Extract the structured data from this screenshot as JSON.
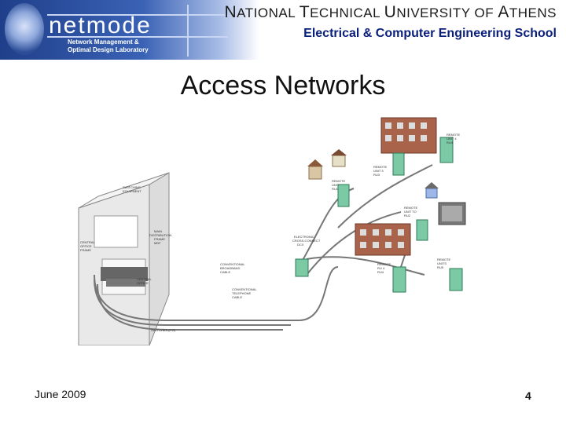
{
  "header": {
    "logo_word": "netmode",
    "logo_line1": "Network Management &",
    "logo_line2": "Optimal Design Laboratory",
    "university": [
      {
        "cap": "N",
        "rest": "ATIONAL"
      },
      {
        "cap": "T",
        "rest": "ECHNICAL"
      },
      {
        "cap": "U",
        "rest": "NIVERSITY"
      },
      {
        "cap": "",
        "rest": "OF"
      },
      {
        "cap": "A",
        "rest": "THENS"
      }
    ],
    "school": "Electrical & Computer Engineering School"
  },
  "slide": {
    "title": "Access Networks"
  },
  "diagram": {
    "labels": {
      "switching": [
        "SWITCHING",
        "EQUIPMENT"
      ],
      "central": [
        "CENTRAL",
        "OFFICE",
        "FRAME"
      ],
      "main_dist": [
        "MAIN",
        "DISTRIBUTION",
        "FRAME",
        "MDF"
      ],
      "central_office": [
        "CENTRAL",
        "OFFICE"
      ],
      "conv1": [
        "CONVENTIONAL",
        "BROADBAND",
        "CABLE"
      ],
      "conv2": [
        "CONVENTIONAL",
        "TELEPHONE",
        "CABLE"
      ],
      "feeder": [
        "SWITCHES (F.O)"
      ],
      "cross": [
        "ELECTRONIC",
        "CROSS-CONNECT",
        "DCX"
      ],
      "remote_top": [
        "REMOTE",
        "UNIT 4",
        "RU4"
      ],
      "remote_mid": [
        "REMOTE",
        "UNIT 3",
        "RU3"
      ],
      "remote_unit": [
        "REMOTE",
        "UNIT",
        "RU1"
      ],
      "remote_ru2": [
        "REMOTE",
        "UNIT TO",
        "RU2"
      ],
      "remote_low": [
        "REMOTE",
        "RU 4",
        "RU4"
      ],
      "remote_right": [
        "REMOTE",
        "UNITS",
        "RU5"
      ]
    }
  },
  "footer": {
    "date": "June 2009",
    "page": "4"
  }
}
